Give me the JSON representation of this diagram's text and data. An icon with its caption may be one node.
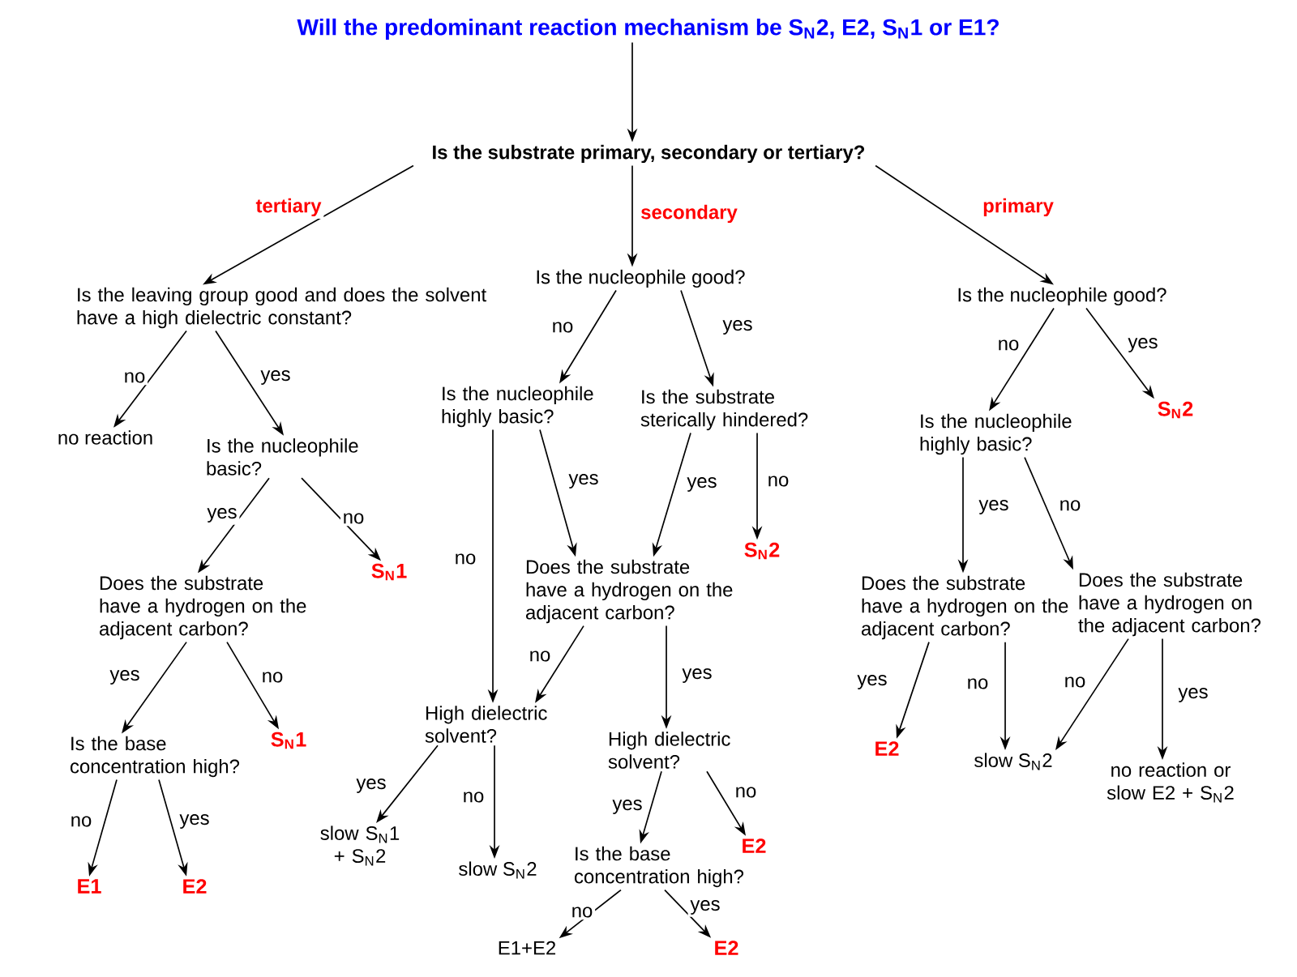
{
  "diagram": {
    "nodes": [
      {
        "text": [
          "Will the predominant reaction mechanism be S$_{N}$2, E2, S$_{N}$1 or E1?"
        ]
      },
      {
        "text": [
          "Is the substrate primary, secondary or tertiary?"
        ]
      },
      {
        "text": [
          "Is the leaving group good and does the solvent have a high dielectric constant?"
        ]
      },
      {
        "text": [
          "Is the nucleophile good?"
        ]
      },
      {
        "text": [
          "Is the nucleophile good?"
        ]
      },
      {
        "text": [
          "no reaction"
        ]
      },
      {
        "text": [
          "Is the nucleophile basic?"
        ]
      },
      {
        "text": [
          "Does the substrate have a hydrogen on the adjacent carbon?"
        ]
      },
      {
        "text": [
          "S$_{N}$1"
        ]
      },
      {
        "text": [
          "Is the base concentration high?"
        ]
      },
      {
        "text": [
          "S$_{N}$1"
        ]
      },
      {
        "text": [
          "E1"
        ]
      },
      {
        "text": [
          "E2"
        ]
      },
      {
        "text": [
          "Is the nucleophile highly basic?"
        ]
      },
      {
        "text": [
          "Is the substrate sterically hindered?"
        ]
      },
      {
        "text": [
          "Does the substrate have a hydrogen on the adjacent carbon?"
        ]
      },
      {
        "text": [
          "S$_{N}$2"
        ]
      },
      {
        "text": [
          "High dielectric solvent?"
        ]
      },
      {
        "text": [
          "High dielectric solvent?"
        ]
      },
      {
        "text": [
          "slow S$_{N}$1 + S$_{N}$2"
        ]
      },
      {
        "text": [
          "slow S$_{N}$2"
        ]
      },
      {
        "text": [
          "Is the base concentration high?"
        ]
      },
      {
        "text": [
          "E2"
        ]
      },
      {
        "text": [
          "E1+E2"
        ]
      },
      {
        "text": [
          "E2"
        ]
      },
      {
        "text": [
          "Is the nucleophile highly basic?"
        ]
      },
      {
        "text": [
          "S$_{N}$2"
        ]
      },
      {
        "text": [
          "Does the substrate have a hydrogen on the adjacent carbon?"
        ]
      },
      {
        "text": [
          "Does the substrate have a hydrogen on the adjacent carbon?"
        ]
      },
      {
        "text": [
          "E2"
        ]
      },
      {
        "text": [
          "slow S$_{N}$2"
        ]
      },
      {
        "text": [
          "no reaction or slow E2 + S$_{N}$2"
        ]
      }
    ],
    "edges": [
      {
        "from": 0,
        "to": 1,
        "arrow": "to"
      },
      {
        "from": 1,
        "to": 2,
        "arrow": "to",
        "label": "tertiary"
      },
      {
        "from": 1,
        "to": 3,
        "arrow": "to",
        "label": "secondary"
      },
      {
        "from": 1,
        "to": 4,
        "arrow": "to",
        "label": "primary"
      },
      {
        "from": 2,
        "to": 5,
        "arrow": "to",
        "label": "no"
      },
      {
        "from": 2,
        "to": 6,
        "arrow": "to",
        "label": "yes"
      },
      {
        "from": 6,
        "to": 7,
        "arrow": "to",
        "label": "yes"
      },
      {
        "from": 6,
        "to": 8,
        "arrow": "to",
        "label": "no"
      },
      {
        "from": 7,
        "to": 9,
        "arrow": "to",
        "label": "yes"
      },
      {
        "from": 7,
        "to": 10,
        "arrow": "to",
        "label": "no"
      },
      {
        "from": 9,
        "to": 11,
        "arrow": "to",
        "label": "no"
      },
      {
        "from": 9,
        "to": 12,
        "arrow": "to",
        "label": "yes"
      },
      {
        "from": 3,
        "to": 13,
        "arrow": "to",
        "label": "no"
      },
      {
        "from": 3,
        "to": 14,
        "arrow": "to",
        "label": "yes"
      },
      {
        "from": 13,
        "to": 17,
        "arrow": "to",
        "label": "no"
      },
      {
        "from": 13,
        "to": 15,
        "arrow": "to",
        "label": "yes"
      },
      {
        "from": 14,
        "to": 15,
        "arrow": "to",
        "label": "yes"
      },
      {
        "from": 14,
        "to": 16,
        "arrow": "to",
        "label": "no"
      },
      {
        "from": 15,
        "to": 17,
        "arrow": "to",
        "label": "no"
      },
      {
        "from": 15,
        "to": 18,
        "arrow": "to",
        "label": "yes"
      },
      {
        "from": 17,
        "to": 19,
        "arrow": "to",
        "label": "yes"
      },
      {
        "from": 17,
        "to": 20,
        "arrow": "to",
        "label": "no"
      },
      {
        "from": 18,
        "to": 21,
        "arrow": "to",
        "label": "yes"
      },
      {
        "from": 18,
        "to": 22,
        "arrow": "to",
        "label": "no"
      },
      {
        "from": 21,
        "to": 23,
        "arrow": "to",
        "label": "no"
      },
      {
        "from": 21,
        "to": 24,
        "arrow": "to",
        "label": "yes"
      },
      {
        "from": 4,
        "to": 25,
        "arrow": "to",
        "label": "no"
      },
      {
        "from": 4,
        "to": 26,
        "arrow": "to",
        "label": "yes"
      },
      {
        "from": 25,
        "to": 27,
        "arrow": "to",
        "label": "yes"
      },
      {
        "from": 25,
        "to": 28,
        "arrow": "to",
        "label": "no"
      },
      {
        "from": 27,
        "to": 29,
        "arrow": "to",
        "label": "yes"
      },
      {
        "from": 27,
        "to": 30,
        "arrow": "to",
        "label": "no"
      },
      {
        "from": 28,
        "to": 30,
        "arrow": "to",
        "label": "no"
      },
      {
        "from": 28,
        "to": 31,
        "arrow": "to",
        "label": "yes"
      }
    ]
  }
}
